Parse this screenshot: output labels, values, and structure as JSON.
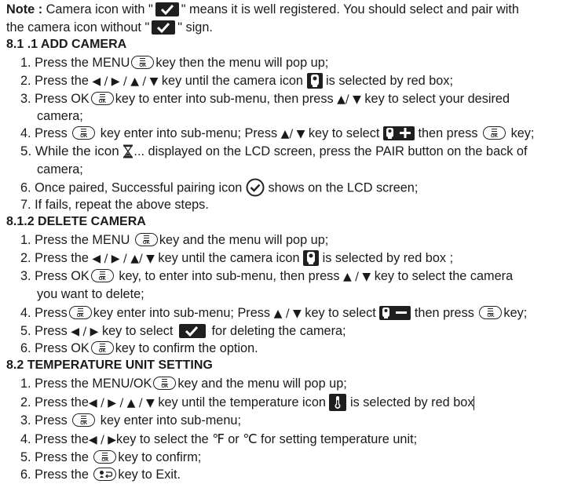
{
  "note": {
    "label": "Note :",
    "text1": " Camera icon with \"",
    "text2": "\" means it is well registered. You should select and pair with",
    "text3": "the camera icon without \"",
    "text4": "\" sign."
  },
  "sections": {
    "add": {
      "heading": "8.1 .1 ADD CAMERA",
      "s1a": "1. Press the MENU",
      "s1b": "key then the menu will pop up;",
      "s2a": "2. Press the",
      "s2arrows": "◀ / ▶ / ▲ / ▼",
      "s2b": "key until the camera icon",
      "s2c": "is selected by red box;",
      "s3a": "3. Press OK",
      "s3b": "key to enter into sub-menu,  then press",
      "s3arrows": "▲/ ▼",
      "s3c": "key to select your desired",
      "s3d": "camera;",
      "s4a": "4. Press",
      "s4b": "key enter into sub-menu; Press",
      "s4arrows": "▲/ ▼",
      "s4c": "key to select",
      "s4d": "then press",
      "s4e": "key;",
      "s5a": "5. While the icon",
      "s5b": "... displayed on the LCD screen, press the PAIR button on the back of",
      "s5c": "camera;",
      "s6a": "6. Once paired,  Successful pairing icon",
      "s6b": "shows on the LCD screen;",
      "s7": "7. If fails, repeat the above steps."
    },
    "delete": {
      "heading": "8.1.2 DELETE CAMERA",
      "s1a": "1. Press the MENU",
      "s1b": "key and the menu will pop up;",
      "s2a": "2. Press the",
      "s2arrows": "◀ / ▶ / ▲/ ▼",
      "s2b": "key until the camera icon",
      "s2c": "is selected by red box ;",
      "s3a": "3. Press OK",
      "s3b": "key, to enter into sub-menu, then press",
      "s3arrows": "▲ / ▼",
      "s3c": "key to select the camera",
      "s3d": "you want to delete;",
      "s4a": "4. Press",
      "s4b": "key enter into sub-menu; Press",
      "s4arrows": "▲ / ▼",
      "s4c": "key to select",
      "s4d": "then press",
      "s4e": "key;",
      "s5a": "5. Press",
      "s5arrows": "◀ / ▶",
      "s5b": "key to select",
      "s5c": "for deleting the camera;",
      "s6a": "6. Press OK",
      "s6b": "key to confirm the option."
    },
    "temp": {
      "heading": "8.2 TEMPERATURE UNIT SETTING",
      "s1a": "1. Press the MENU/OK",
      "s1b": "key and the menu will pop up;",
      "s2a": "2. Press the",
      "s2arrows": "◀ / ▶ / ▲ / ▼",
      "s2b": "key until the temperature icon",
      "s2c": "is selected by red box",
      "s3a": "3. Press",
      "s3b": "key enter into sub-menu;",
      "s4a": "4. Press the",
      "s4arrows": "◀ /  ▶",
      "s4b": "key to select the ℉ or ℃ for setting temperature unit;",
      "s5a": "5. Press the",
      "s5b": "key to confirm;",
      "s6a": "6. Press the",
      "s6b": "key to Exit."
    }
  },
  "button_text": {
    "ok": "OK"
  },
  "icons": [
    "ok-button-icon",
    "check-badge-icon",
    "camera-icon",
    "camera-add-icon",
    "camera-remove-icon",
    "hourglass-icon",
    "circle-check-icon",
    "thermometer-icon",
    "back-button-icon"
  ]
}
